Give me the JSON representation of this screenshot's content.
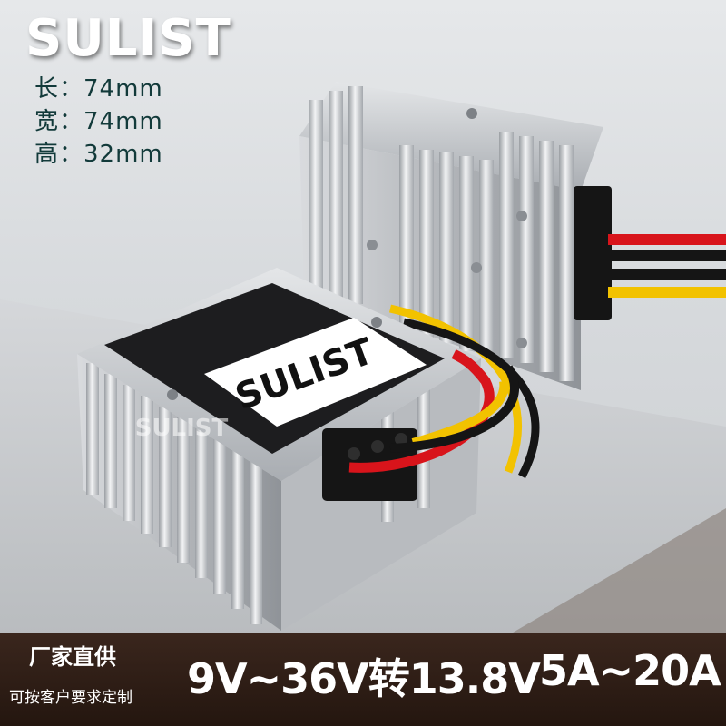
{
  "brand": "SULIST",
  "dimensions": [
    {
      "text": "长：74mm"
    },
    {
      "text": "宽：74mm"
    },
    {
      "text": "高：32mm"
    }
  ],
  "product": {
    "label_text": "SULIST",
    "watermark_text": "SULIST",
    "wire_colors": [
      "#d8141b",
      "#111111",
      "#f2c200"
    ]
  },
  "banner": {
    "factory": "厂家直供",
    "custom": "可按客户要求定制",
    "voltage": "9V~36V转13.8V",
    "current": "5A~20A"
  },
  "colors": {
    "banner_bg": "#2c1c14",
    "dims_text": "#123a3a",
    "aluminum": "#c9ccd0"
  }
}
